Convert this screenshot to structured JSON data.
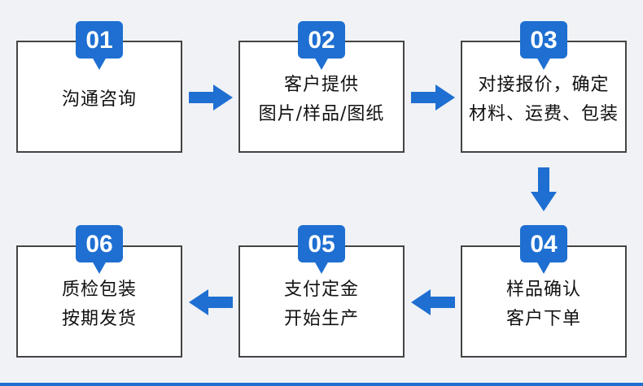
{
  "theme": {
    "accent": "#1e6fd1",
    "box_border": "#444444",
    "box_fill": "#ffffff",
    "background": "#f0f2f5"
  },
  "steps": [
    {
      "number": "01",
      "lines": [
        "沟通咨询"
      ]
    },
    {
      "number": "02",
      "lines": [
        "客户提供",
        "图片/样品/图纸"
      ]
    },
    {
      "number": "03",
      "lines": [
        "对接报价，确定",
        "材料、运费、包装"
      ]
    },
    {
      "number": "04",
      "lines": [
        "样品确认",
        "客户下单"
      ]
    },
    {
      "number": "05",
      "lines": [
        "支付定金",
        "开始生产"
      ]
    },
    {
      "number": "06",
      "lines": [
        "质检包装",
        "按期发货"
      ]
    }
  ],
  "arrows": [
    {
      "from": "01",
      "to": "02",
      "direction": "right"
    },
    {
      "from": "02",
      "to": "03",
      "direction": "right"
    },
    {
      "from": "03",
      "to": "04",
      "direction": "down"
    },
    {
      "from": "04",
      "to": "05",
      "direction": "left"
    },
    {
      "from": "05",
      "to": "06",
      "direction": "left"
    }
  ]
}
